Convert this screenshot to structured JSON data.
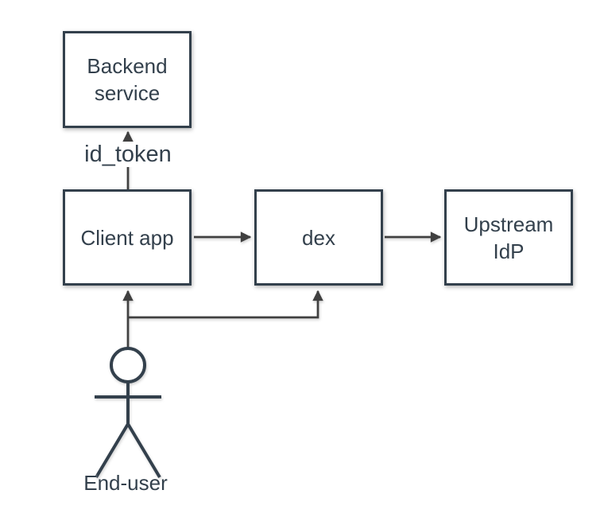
{
  "diagram": {
    "type": "flowchart",
    "background": "#FFFFFF",
    "colors": {
      "node_stroke": "#33404C",
      "node_fill": "#FFFFFF",
      "edge_stroke": "#404040",
      "text": "#33404C"
    },
    "nodes": [
      {
        "id": "backend-service",
        "label": "Backend service",
        "line1": "Backend",
        "line2": "service",
        "shape": "rectangle"
      },
      {
        "id": "client-app",
        "label": "Client app",
        "shape": "rectangle"
      },
      {
        "id": "dex",
        "label": "dex",
        "shape": "rectangle"
      },
      {
        "id": "upstream-idp",
        "label": "Upstream IdP",
        "line1": "Upstream",
        "line2": "IdP",
        "shape": "rectangle"
      },
      {
        "id": "end-user",
        "label": "End-user",
        "shape": "actor"
      }
    ],
    "edges": [
      {
        "from": "client-app",
        "to": "backend-service",
        "label": "id_token",
        "direction": "up"
      },
      {
        "from": "client-app",
        "to": "dex",
        "label": "",
        "direction": "right"
      },
      {
        "from": "dex",
        "to": "upstream-idp",
        "label": "",
        "direction": "right"
      },
      {
        "from": "end-user",
        "to": "client-app",
        "label": "",
        "direction": "up"
      },
      {
        "from": "end-user",
        "to": "dex",
        "label": "",
        "direction": "up"
      }
    ]
  }
}
